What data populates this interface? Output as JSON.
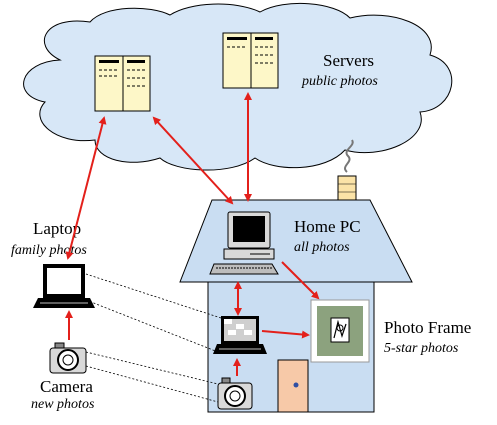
{
  "servers": {
    "title": "Servers",
    "subtitle": "public photos"
  },
  "home_pc": {
    "title": "Home PC",
    "subtitle": "all photos"
  },
  "laptop": {
    "title": "Laptop",
    "subtitle": "family photos"
  },
  "photo_frame": {
    "title": "Photo Frame",
    "subtitle": "5-star photos"
  },
  "camera": {
    "title": "Camera",
    "subtitle": "new photos"
  },
  "colors": {
    "cloud_fill": "#d7e7f7",
    "house_fill": "#c9ddf2",
    "arrow": "#e3201b",
    "doc_fill": "#fdf7c8",
    "frame_mat": "#8ca27e",
    "door": "#f7c9a8",
    "chimney": "#fbe3a7"
  },
  "icons": [
    "server-document-icon",
    "desktop-computer-icon",
    "laptop-icon",
    "camera-icon",
    "photo-frame-icon",
    "door-icon",
    "chimney-icon",
    "smoke-icon"
  ]
}
